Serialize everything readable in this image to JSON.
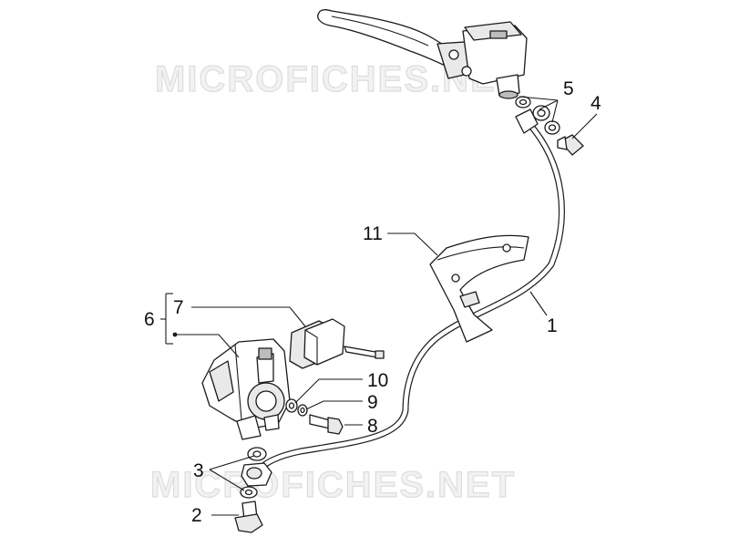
{
  "watermarks": [
    "MICROFICHES.NET",
    "MICROFICHES.NET"
  ],
  "callouts": [
    {
      "id": "hose",
      "label": "1"
    },
    {
      "id": "banjo-bolt-lower",
      "label": "2"
    },
    {
      "id": "washers-lower",
      "label": "3"
    },
    {
      "id": "banjo-bolt-upper",
      "label": "4"
    },
    {
      "id": "washers-upper",
      "label": "5"
    },
    {
      "id": "caliper-assembly",
      "label": "6"
    },
    {
      "id": "brake-pads",
      "label": "7"
    },
    {
      "id": "caliper-bolt",
      "label": "8"
    },
    {
      "id": "washer-9",
      "label": "9"
    },
    {
      "id": "washer-10",
      "label": "10"
    },
    {
      "id": "hose-bracket",
      "label": "11"
    }
  ]
}
